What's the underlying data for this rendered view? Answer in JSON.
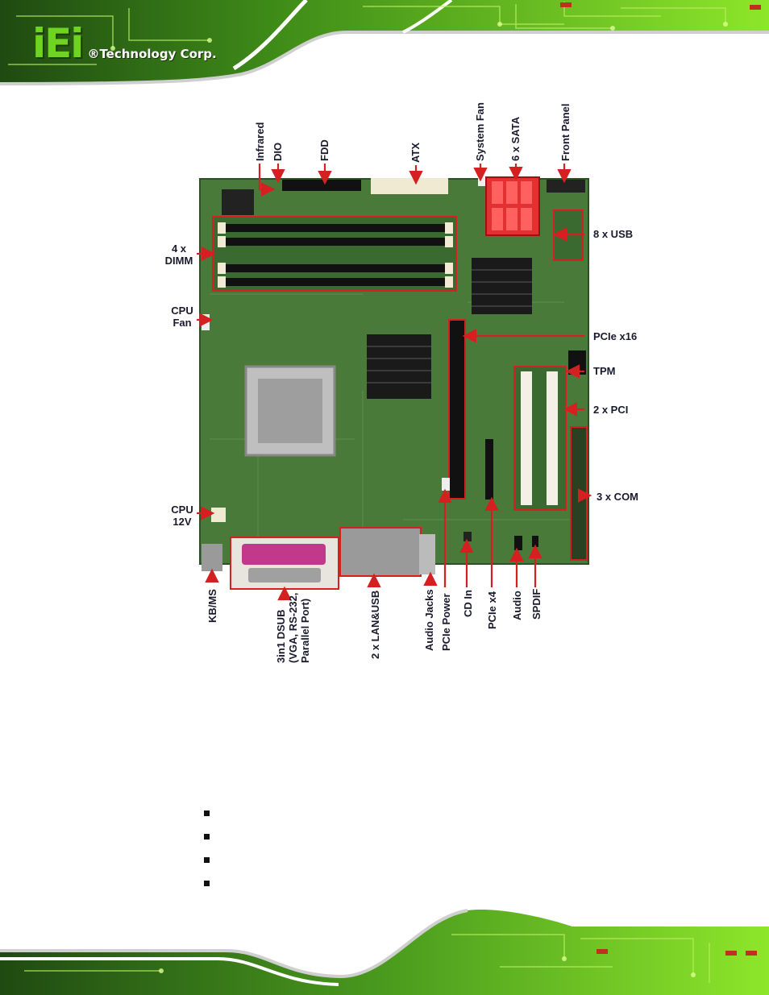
{
  "header": {
    "logo_mark": "iEi",
    "company": "®Technology Corp."
  },
  "figure": {
    "labels": {
      "infrared": "Infrared",
      "dio": "DIO",
      "fdd": "FDD",
      "atx": "ATX",
      "system_fan": "System Fan",
      "sata": "6 x SATA",
      "front_panel": "Front Panel",
      "dimm_line1": "4 x",
      "dimm_line2": "DIMM",
      "usb": "8 x USB",
      "cpu_fan_line1": "CPU",
      "cpu_fan_line2": "Fan",
      "pcie16": "PCIe x16",
      "tpm": "TPM",
      "pci": "2 x PCI",
      "com": "3 x COM",
      "cpu12v_line1": "CPU",
      "cpu12v_line2": "12V",
      "kbms": "KB/MS",
      "dsub_line1": "3in1 DSUB",
      "dsub_line2": "(VGA, RS-232,",
      "dsub_line3": "Parallel Port)",
      "lan_usb": "2 x LAN&USB",
      "audio_jacks": "Audio Jacks",
      "pcie_power": "PCIe Power",
      "cd_in": "CD In",
      "pcie4": "PCIe x4",
      "audio": "Audio",
      "spdif": "SPDIF"
    }
  },
  "bullets": [
    "",
    "",
    "",
    ""
  ],
  "colors": {
    "highlight": "#d42020",
    "board": "#4a7a3a",
    "banner_green": "#8ee62a"
  }
}
